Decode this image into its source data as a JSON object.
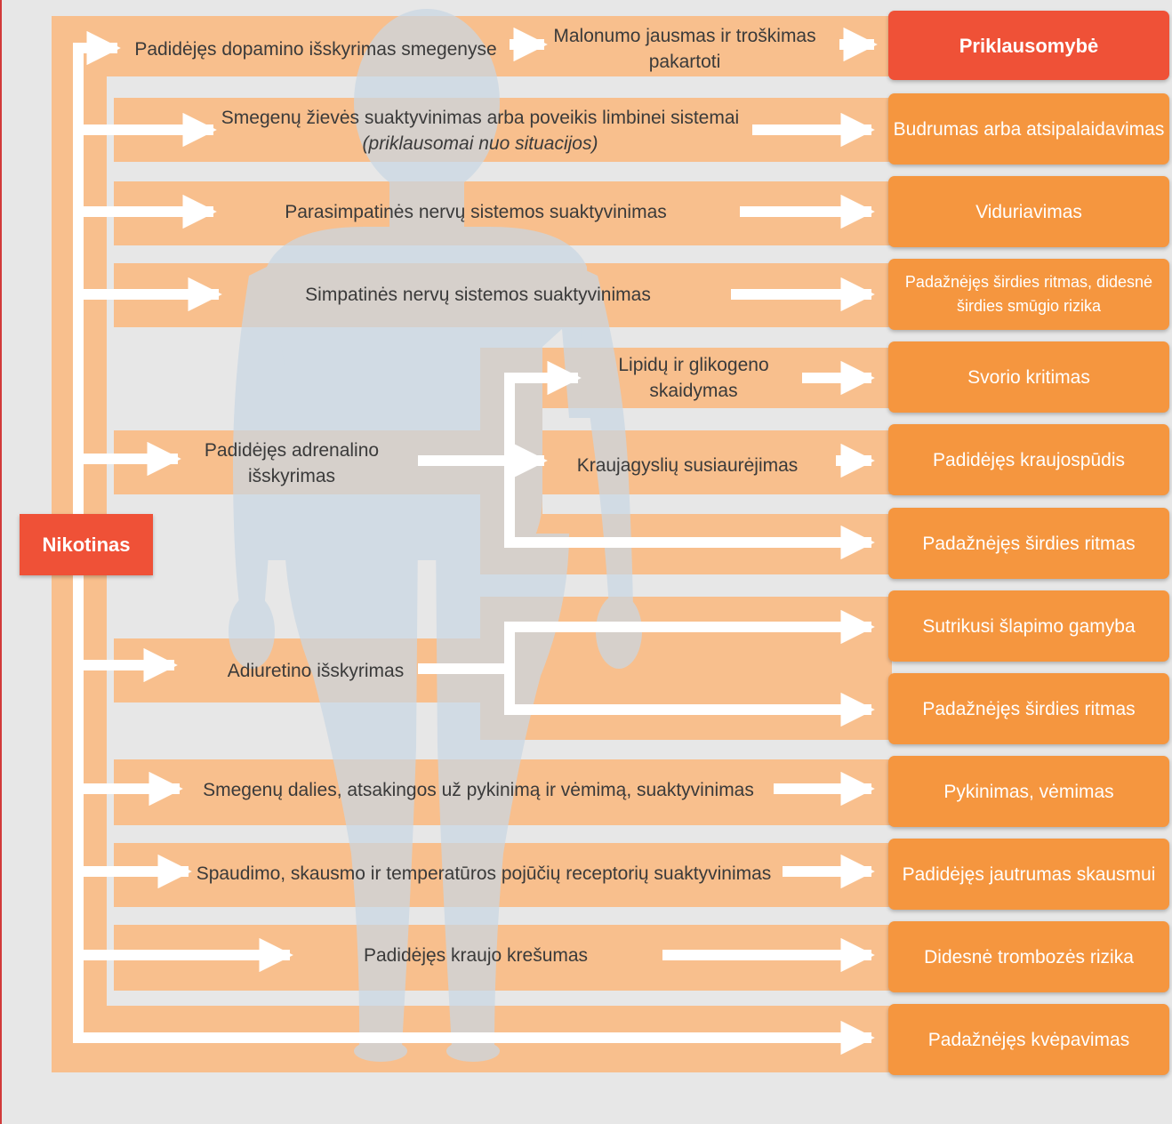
{
  "colors": {
    "background": "#e7e7e7",
    "band": "#f8bf8d",
    "box": "#f5963f",
    "accent": "#ef5137",
    "arrow": "#ffffff",
    "body_silhouette": "#c9d7e3"
  },
  "source": "Nikotinas",
  "effects": [
    {
      "text": "Padidėjęs dopamino išskyrimas smegenyse"
    },
    {
      "text": "Malonumo jausmas ir troškimas pakartoti"
    },
    {
      "text": "Smegenų žievės suaktyvinimas arba poveikis limbinei sistemai",
      "note": "(priklausomai nuo situacijos)"
    },
    {
      "text": "Parasimpatinės nervų sistemos suaktyvinimas"
    },
    {
      "text": "Simpatinės nervų sistemos suaktyvinimas"
    },
    {
      "text": "Lipidų ir glikogeno skaidymas"
    },
    {
      "text": "Padidėjęs adrenalino išskyrimas"
    },
    {
      "text": "Kraujagyslių susiaurėjimas"
    },
    {
      "text": "Adiuretino išskyrimas"
    },
    {
      "text": "Smegenų dalies, atsakingos už pykinimą ir vėmimą, suaktyvinimas"
    },
    {
      "text": "Spaudimo, skausmo ir temperatūros pojūčių receptorių suaktyvinimas"
    },
    {
      "text": "Padidėjęs kraujo krešumas"
    }
  ],
  "outcomes": [
    {
      "text": "Priklausomybė"
    },
    {
      "text": "Budrumas arba atsipalaidavimas"
    },
    {
      "text": "Viduriavimas"
    },
    {
      "text": "Padažnėjęs širdies ritmas, didesnė širdies smūgio rizika"
    },
    {
      "text": "Svorio kritimas"
    },
    {
      "text": "Padidėjęs kraujospūdis"
    },
    {
      "text": "Padažnėjęs širdies ritmas"
    },
    {
      "text": "Sutrikusi šlapimo gamyba"
    },
    {
      "text": "Padažnėjęs širdies ritmas"
    },
    {
      "text": "Pykinimas, vėmimas"
    },
    {
      "text": "Padidėjęs jautrumas skausmui"
    },
    {
      "text": "Didesnė trombozės rizika"
    },
    {
      "text": "Padažnėjęs kvėpavimas"
    }
  ]
}
